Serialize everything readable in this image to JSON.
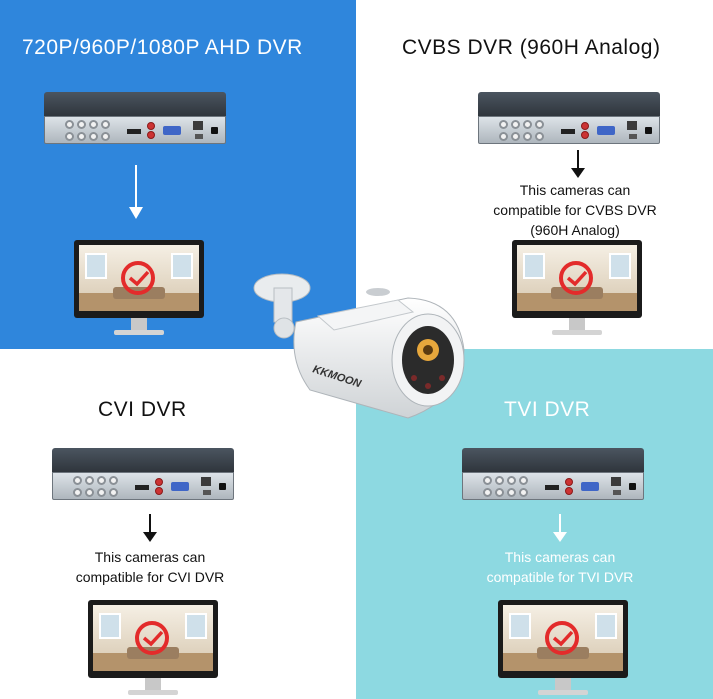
{
  "panels": {
    "ahd": {
      "title": "720P/960P/1080P AHD DVR",
      "background": "#2f86dc"
    },
    "cvbs": {
      "title": "CVBS DVR (960H Analog)",
      "caption": "This cameras can\ncompatible for CVBS DVR\n(960H Analog)",
      "background": "#ffffff"
    },
    "cvi": {
      "title": "CVI DVR",
      "caption": "This cameras can\ncompatible for CVI DVR",
      "background": "#ffffff"
    },
    "tvi": {
      "title": "TVI DVR",
      "caption": "This cameras can\ncompatible for TVI DVR",
      "background": "#8dd9e1"
    }
  },
  "camera": {
    "brand": "KKMOON"
  },
  "colors": {
    "check_mark": "#e32b2b",
    "arrow_light": "#ffffff",
    "arrow_dark": "#111111"
  }
}
